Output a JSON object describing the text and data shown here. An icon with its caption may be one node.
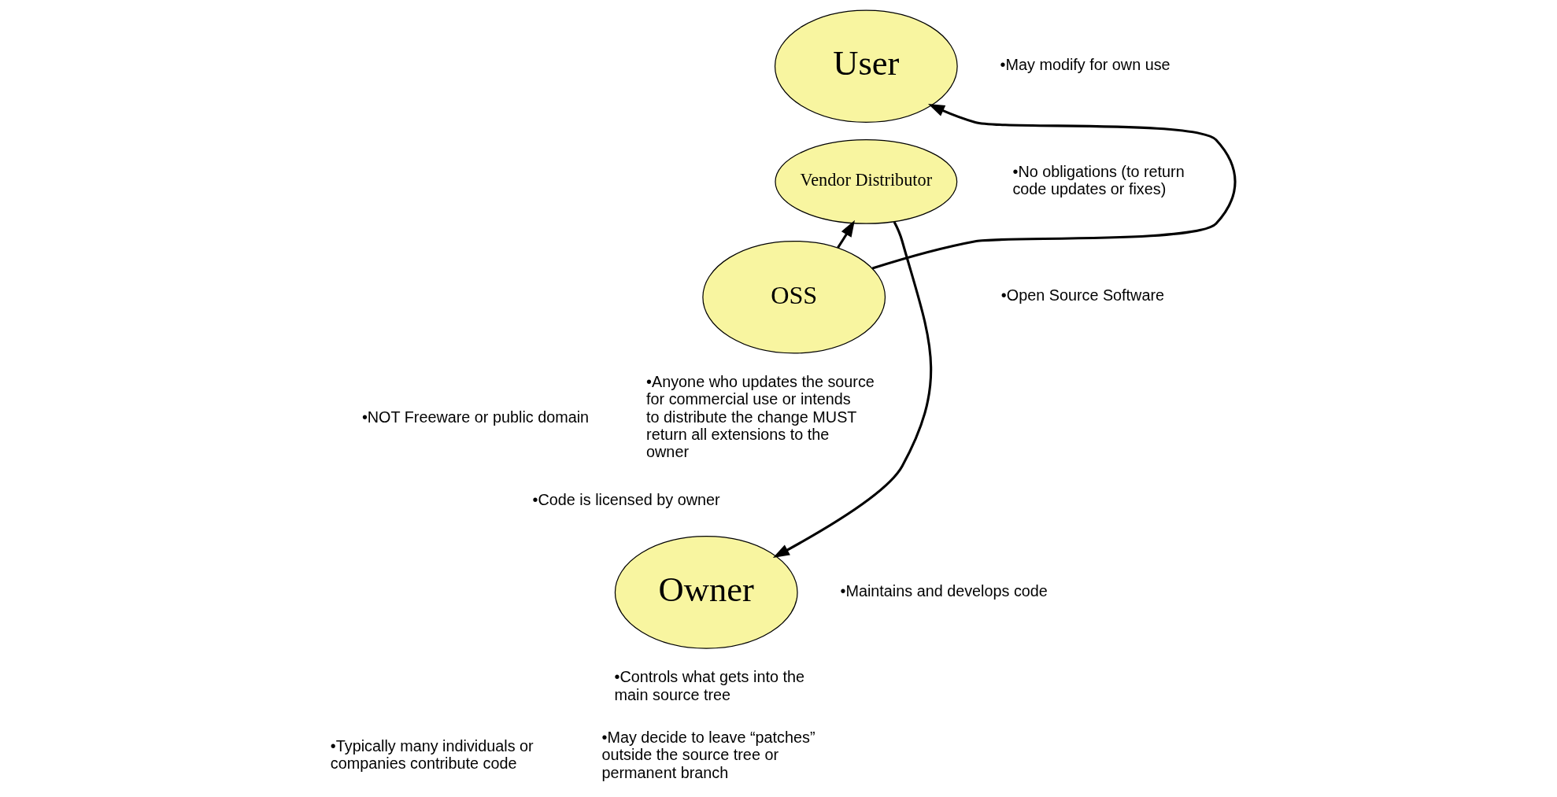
{
  "diagram": {
    "nodes": [
      {
        "text": [
          "User"
        ]
      },
      {
        "text": [
          "Vendor Distributor"
        ]
      },
      {
        "text": [
          "OSS"
        ]
      },
      {
        "text": [
          "Owner"
        ]
      }
    ],
    "edges": [
      {
        "from": 2,
        "to": 1,
        "arrow": "to"
      },
      {
        "from": 2,
        "to": 0,
        "arrow": "to"
      },
      {
        "from": 1,
        "to": 3,
        "arrow": "to"
      }
    ],
    "labels": [
      "•May modify for own use",
      "•No obligations (to return code updates or fixes)",
      "•Open Source Software",
      "•NOT Freeware or public domain",
      "•Code is licensed by owner",
      "•Anyone who updates the source for commercial use or intends to distribute the change MUST return all extensions to the owner",
      "•Maintains and develops code",
      "•Controls what gets into the main source tree",
      "•May decide to leave “patches” outside the source tree or permanent branch",
      "•Typically many individuals or companies contribute code"
    ]
  }
}
